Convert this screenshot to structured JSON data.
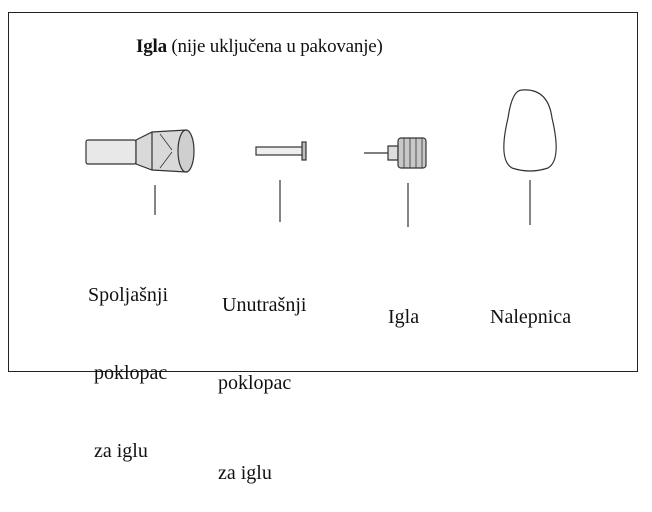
{
  "title": {
    "bold": "Igla",
    "rest": " (nije uključena u pakovanje)"
  },
  "parts": [
    {
      "id": "outer",
      "lines": [
        "Spoljašnji",
        "poklopac",
        "za iglu"
      ]
    },
    {
      "id": "inner",
      "lines": [
        "Unutrašnji",
        "poklopac",
        "za iglu"
      ]
    },
    {
      "id": "needle",
      "lines": [
        "Igla"
      ]
    },
    {
      "id": "label",
      "lines": [
        "Nalepnica"
      ]
    }
  ]
}
